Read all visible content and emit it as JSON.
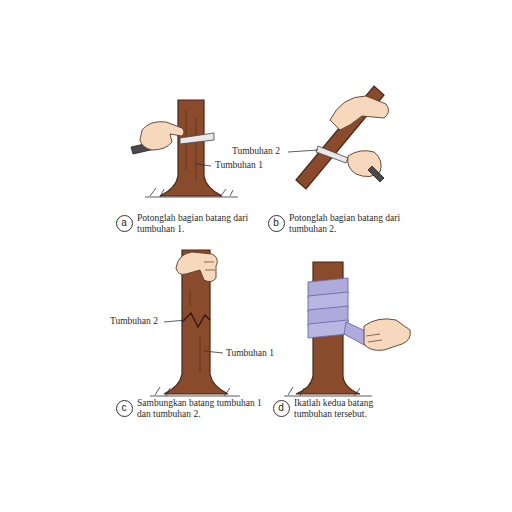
{
  "diagram": {
    "nodes": [
      {
        "text": [
          "a"
        ]
      },
      {
        "text": [
          "b"
        ]
      },
      {
        "text": [
          "c"
        ]
      },
      {
        "text": [
          "d"
        ]
      }
    ],
    "labels": [
      "Tumbuhan 1",
      "Potonglah bagian batang dari tumbuhan 1.",
      "Tumbuhan 2",
      "Potonglah bagian batang dari tumbuhan 2.",
      "Tumbuhan 2",
      "Tumbuhan 1",
      "Sambungkan batang tumbuhan 1 dan tumbuhan 2.",
      "Ikatlah kedua batang tumbuhan tersebut."
    ]
  }
}
